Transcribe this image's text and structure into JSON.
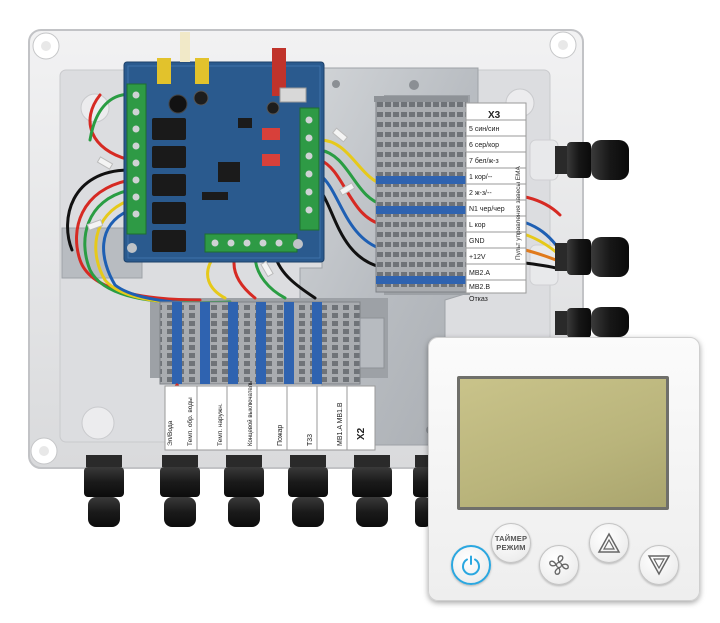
{
  "terminal_x3": {
    "title": "X3",
    "rows": [
      "5 син/син",
      "6 сер/кор",
      "7 бел/ж-з",
      "1 кор/--",
      "2 ж-з/--",
      "N1 чер/чер",
      "L кор",
      "GND",
      "+12V",
      "MB2.A",
      "MB2.B",
      "Отказ"
    ],
    "side_note": "Пульт управления завесы ЕМА"
  },
  "terminal_x2": {
    "title": "X2",
    "rows": [
      "MB1.A  MB1.B",
      "Т33",
      "Пожар",
      "Концевой выключатель",
      "Темп. наружн.",
      "Темп. обр. воды",
      "Эл/Вода"
    ]
  },
  "controller": {
    "timer_button_line1": "ТАЙМЕР",
    "timer_button_line2": "РЕЖИМ"
  },
  "colors": {
    "enclosure": "#e4e5e7",
    "pcb": "#2a5a8e",
    "terminal_grey": "#a9acb0",
    "terminal_blue": "#2f63b0",
    "lcd": "#c2bd84",
    "power_accent": "#2aa7e0"
  }
}
